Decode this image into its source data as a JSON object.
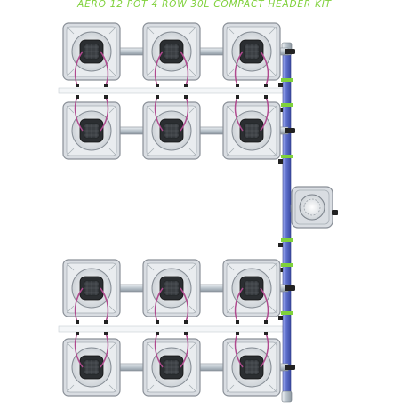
{
  "title": "AERO 12 POT 4 ROW 30L COMPACT HEADER KIT",
  "layout": {
    "rows": 4,
    "pots_per_row": 3,
    "total_pots": 12,
    "reservoir": "30L compact header"
  },
  "colors": {
    "title": "#7fd13b",
    "pot_body": "#d9dde2",
    "pot_edge": "#8a9098",
    "net_pot": "#2b2e31",
    "pipe": "#b9c3cb",
    "header_pipe": "#5a6cc8",
    "dripper_line": "#b04a8f",
    "fitting_green": "#7fd13b",
    "fitting_dark": "#222222"
  }
}
